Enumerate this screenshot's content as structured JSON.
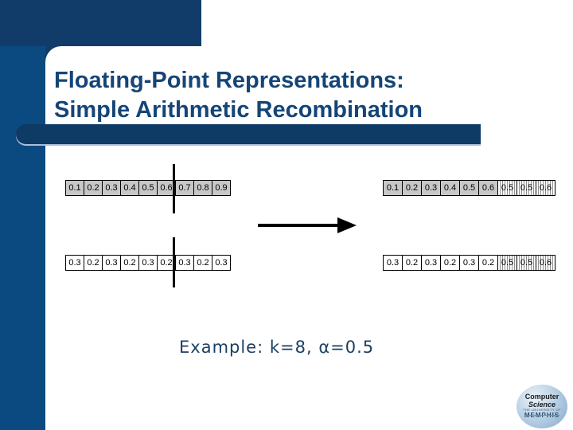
{
  "slide": {
    "title_line1": "Floating-Point Representations:",
    "title_line2": "Simple Arithmetic Recombination",
    "example_caption": "Example: k=8, α=0.5"
  },
  "recombination": {
    "parent1": {
      "values": [
        "0.1",
        "0.2",
        "0.3",
        "0.4",
        "0.5",
        "0.6",
        "0.7",
        "0.8",
        "0.9"
      ],
      "styles": [
        "gray",
        "gray",
        "gray",
        "gray",
        "gray",
        "gray",
        "gray",
        "gray",
        "gray"
      ]
    },
    "parent2": {
      "values": [
        "0.3",
        "0.2",
        "0.3",
        "0.2",
        "0.3",
        "0.2",
        "0.3",
        "0.2",
        "0.3"
      ],
      "styles": [
        "white",
        "white",
        "white",
        "white",
        "white",
        "white",
        "white",
        "white",
        "white"
      ]
    },
    "offspring1": {
      "values": [
        "0.1",
        "0.2",
        "0.3",
        "0.4",
        "0.5",
        "0.6",
        "0.5",
        "0.5",
        "0.6"
      ],
      "styles": [
        "gray",
        "gray",
        "gray",
        "gray",
        "gray",
        "gray",
        "hatch",
        "hatch",
        "hatch"
      ]
    },
    "offspring2": {
      "values": [
        "0.3",
        "0.2",
        "0.3",
        "0.2",
        "0.3",
        "0.2",
        "0.5",
        "0.5",
        "0.6"
      ],
      "styles": [
        "white",
        "white",
        "white",
        "white",
        "white",
        "white",
        "hatch",
        "hatch",
        "hatch"
      ]
    }
  },
  "logo": {
    "line1": "Computer",
    "line2": "Science",
    "line3": "THE UNIVERSITY OF",
    "line4": "MEMPHIS"
  },
  "colors": {
    "sidebar_blue": "#0b4a80",
    "banner_navy": "#113c6a",
    "title_text": "#154577",
    "caption_text": "#1c3f63",
    "parent1_cell_gray": "#c7c7c7"
  }
}
